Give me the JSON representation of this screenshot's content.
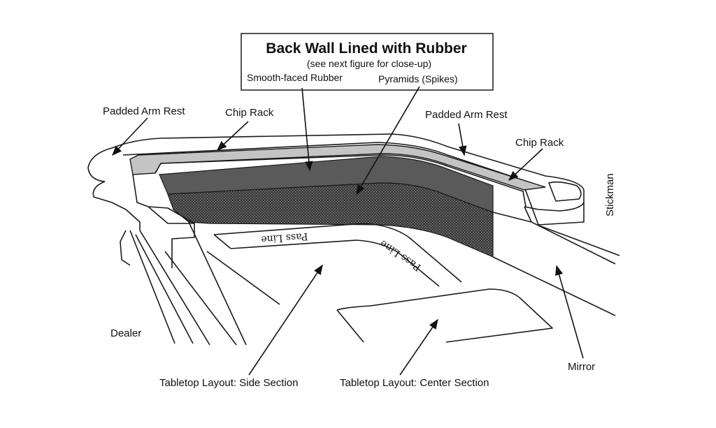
{
  "title": "Back Wall Lined with Rubber",
  "subtitle": "(see next figure for close-up)",
  "labels": {
    "smooth_rubber": "Smooth-faced Rubber",
    "pyramids": "Pyramids (Spikes)",
    "arm_rest_left": "Padded Arm Rest",
    "chip_rack_left": "Chip Rack",
    "arm_rest_right": "Padded Arm Rest",
    "chip_rack_right": "Chip Rack",
    "stickman": "Stickman",
    "dealer": "Dealer",
    "mirror": "Mirror",
    "layout_side": "Tabletop Layout: Side Section",
    "layout_center": "Tabletop Layout: Center Section",
    "pass_line_1": "Pass Line",
    "pass_line_2": "Pass Line"
  },
  "colors": {
    "smooth_rubber": "#5a5a5a",
    "pyramid_rubber": "#3a3a3a",
    "chip_rack": "#c4c4c4",
    "outline": "#1a1a1a"
  }
}
